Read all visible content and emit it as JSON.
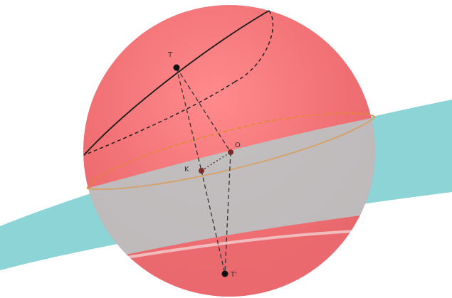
{
  "colors": {
    "sphere": "#f26e72",
    "sphere_edge": "#e46a6e",
    "plane": "#7fcfd1",
    "section_circle": "#e08a2c",
    "upper_circle": "#1a1a1a",
    "segments": "#333333",
    "points": "#111111",
    "inner_points": "#7a2a2a"
  },
  "points": {
    "top_label": "T",
    "bottom_label": "T'",
    "center_label": "O",
    "foot_label": "K"
  }
}
